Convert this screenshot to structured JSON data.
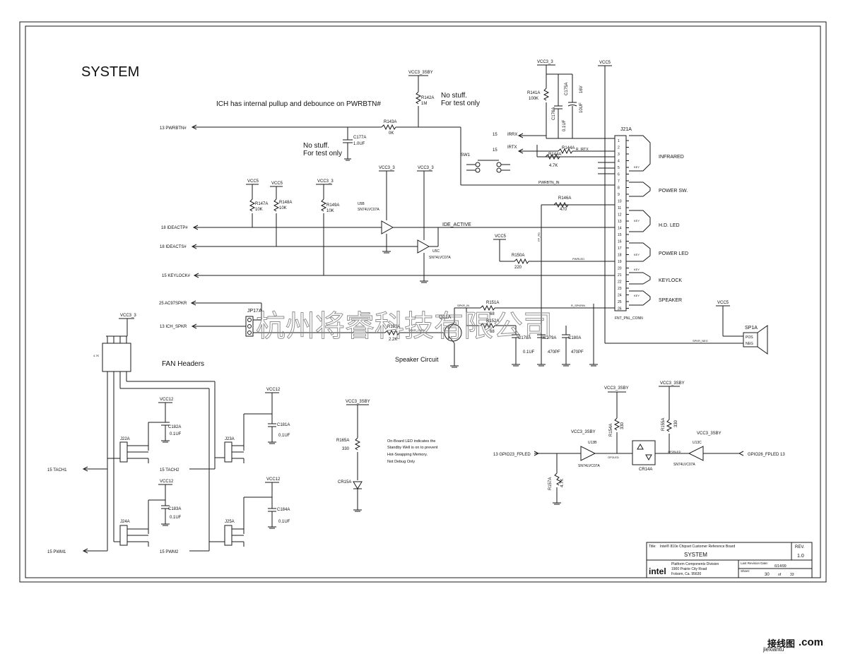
{
  "title": "SYSTEM",
  "notes": {
    "ich": "ICH has internal pullup and debounce on PWRBTN#",
    "nostuff1_a": "No stuff.",
    "nostuff1_b": "For test only",
    "nostuff2_a": "No stuff.",
    "nostuff2_b": "For test only",
    "fan_headers": "FAN Headers",
    "speaker_circuit": "Speaker Circuit",
    "led_note_1": "On-Board LED indicates the",
    "led_note_2": "Standby Well is on to prevent",
    "led_note_3": "Hot-Swapping Memory.",
    "led_note_4": "Not Debug Only"
  },
  "rails": {
    "vcc3_3sby": "VCC3_3SBY",
    "vcc3_3": "VCC3_3",
    "vcc5": "VCC5",
    "vcc12": "VCC12"
  },
  "signals": {
    "pwrbtn": "13 PWRBTN#",
    "ideactp": "18 IDEACTP#",
    "ideacts": "18 IDEACTS#",
    "keylock": "15 KEYLOCK#",
    "ac97spkr": "25 AC97SPKR",
    "ich_spkr": "13 ICH_SPKR",
    "tach1": "15 TACH1",
    "tach2": "15 TACH2",
    "pwm1": "15 PWM1",
    "pwm2": "15 PWM2",
    "gpio23": "13 GPIO23_FPLED",
    "gpio26": "GPIO26_FPLED 13",
    "irrx": "IRRX",
    "irtx": "IRTX",
    "irrx_num": "15",
    "irtx_num": "15"
  },
  "components": {
    "r143": "R143A",
    "r143v": "0K",
    "r142": "R142A",
    "r142v": "1M",
    "c177": "C177A",
    "c177v": "1.0UF",
    "r141": "R141A",
    "r141v": "100K",
    "c176": "C176A",
    "c176v": "0.1UF",
    "c175": "C175A",
    "c175v": "10UF",
    "c175v2": "16V",
    "r144": "R144A",
    "r144v": "4.7K",
    "sw1": "SW1",
    "j21": "J21A",
    "r147": "R147A",
    "r147v": "10K",
    "r148": "R148A",
    "r148v": "10K",
    "r149": "R149A",
    "r149v": "10K",
    "u5b": "U5B",
    "u5b_part": "SN74LVC07A",
    "u5c": "U5C",
    "u5c_part": "SN74LVC07A",
    "ide_active": "IDE_ACTIVE",
    "r146": "R146A",
    "r146v": "470",
    "r150": "R150A",
    "r150v": "220",
    "jp17": "JP17A",
    "r153": "R153A",
    "r153v": "2.2K",
    "q11": "Q11A",
    "r151": "R151A",
    "r151v": "68",
    "r152": "R152A",
    "r152v": "68",
    "c178": "C178A",
    "c178v": "0.1UF",
    "c179": "C179A",
    "c179v": "470PF",
    "c180": "C180A",
    "c180v": "470PF",
    "sp1": "SP1A",
    "sp1_pos": "POS",
    "sp1_neg": "NEG",
    "j22": "J22A",
    "j23": "J23A",
    "j24": "J24A",
    "j25": "J25A",
    "c182": "C182A",
    "c182v": "0.1UF",
    "c181": "C181A",
    "c181v": "0.1UF",
    "c183": "C183A",
    "c183v": "0.1UF",
    "c184": "C184A",
    "c184v": "0.1UF",
    "rp": "4.7K",
    "r165": "R165A",
    "r165v": "330",
    "cr15": "CR15A",
    "u13b": "U13B",
    "u13b_part": "SN74LVC07A",
    "u13c": "U13C",
    "u13c_part": "SN74LVC07A",
    "r154": "R154A",
    "r154v": "330",
    "r155": "R155A",
    "r155v": "330",
    "r157": "R157A",
    "r157v": "4.7K",
    "cr14": "CR14A",
    "op2led": "OP2LED",
    "op2bled": "OP2BLED"
  },
  "header_groups": [
    "INFRARED",
    "POWER SW.",
    "H.D. LED",
    "POWER LED",
    "KEYLOCK",
    "SPEAKER"
  ],
  "header_pins": [
    "1",
    "2",
    "3",
    "4",
    "5",
    "6",
    "7",
    "8",
    "9",
    "10",
    "11",
    "12",
    "13",
    "14",
    "15",
    "16",
    "17",
    "18",
    "19",
    "20",
    "21",
    "22",
    "23",
    "24",
    "25",
    "26"
  ],
  "header_part": "FNT_PNL_CONN",
  "nets": {
    "pwrbtn_in": "PWRBTN_IN",
    "fp_pd": "FP_PD",
    "pwrled": "PWRLED",
    "spkr_in": "SPKR_IN",
    "r_spkrin": "R_SPKRIN",
    "spkr_cntl": "SPKR_CNTL",
    "spkr_neg": "SPKR_NEG",
    "r_irtx": "R_IRTX",
    "key": "KEY"
  },
  "title_block": {
    "title_label": "Title:",
    "title_value": "Intel® 810e Chipset Customer Reference Board",
    "sheet_name": "SYSTEM",
    "rev_label": "REV.",
    "rev_value": "1.0",
    "logo": "intel",
    "division": "Platform Components Division",
    "address1": "1900 Prairie City Road",
    "address2": "Folsom, Ca. 95630",
    "rev_date_label": "Last Revision Date:",
    "rev_date": "6/14/99",
    "sheet_label": "Sheet:",
    "sheet_num": "30",
    "of_label": "of",
    "sheet_total": "33"
  },
  "watermark": {
    "cn": "杭州将睿科技有限公司",
    "site": "jiexiantu",
    "site_cn": "接线图",
    "site_dot": ".com"
  }
}
